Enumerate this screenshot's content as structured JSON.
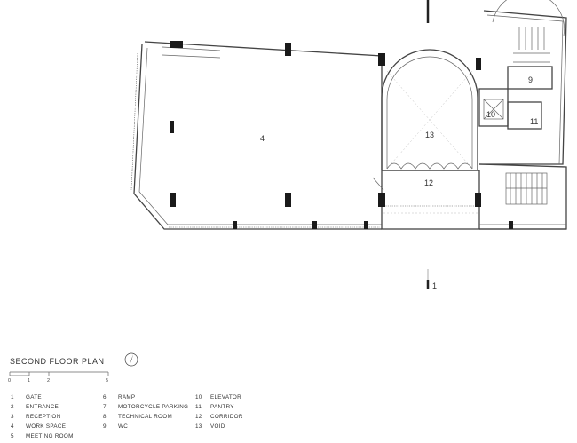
{
  "title": "SECOND FLOOR PLAN",
  "scale_bar": {
    "ticks": [
      "0",
      "1",
      "2",
      "5"
    ]
  },
  "section_marker": "1",
  "room_labels": [
    {
      "id": "room-4",
      "text": "4"
    },
    {
      "id": "room-9",
      "text": "9"
    },
    {
      "id": "room-10",
      "text": "10"
    },
    {
      "id": "room-11",
      "text": "11"
    },
    {
      "id": "room-12",
      "text": "12"
    },
    {
      "id": "room-13",
      "text": "13"
    }
  ],
  "legend": [
    {
      "num": "1",
      "label": "GATE"
    },
    {
      "num": "2",
      "label": "ENTRANCE"
    },
    {
      "num": "3",
      "label": "RECEPTION"
    },
    {
      "num": "4",
      "label": "WORK SPACE"
    },
    {
      "num": "5",
      "label": "MEETING ROOM"
    },
    {
      "num": "6",
      "label": "RAMP"
    },
    {
      "num": "7",
      "label": "MOTORCYCLE PARKING"
    },
    {
      "num": "8",
      "label": "TECHNICAL ROOM"
    },
    {
      "num": "9",
      "label": "WC"
    },
    {
      "num": "10",
      "label": "ELEVATOR"
    },
    {
      "num": "11",
      "label": "PANTRY"
    },
    {
      "num": "12",
      "label": "CORRIDOR"
    },
    {
      "num": "13",
      "label": "VOID"
    }
  ],
  "colors": {
    "wall": "#444444",
    "column": "#1a1a1a",
    "text": "#333333"
  }
}
